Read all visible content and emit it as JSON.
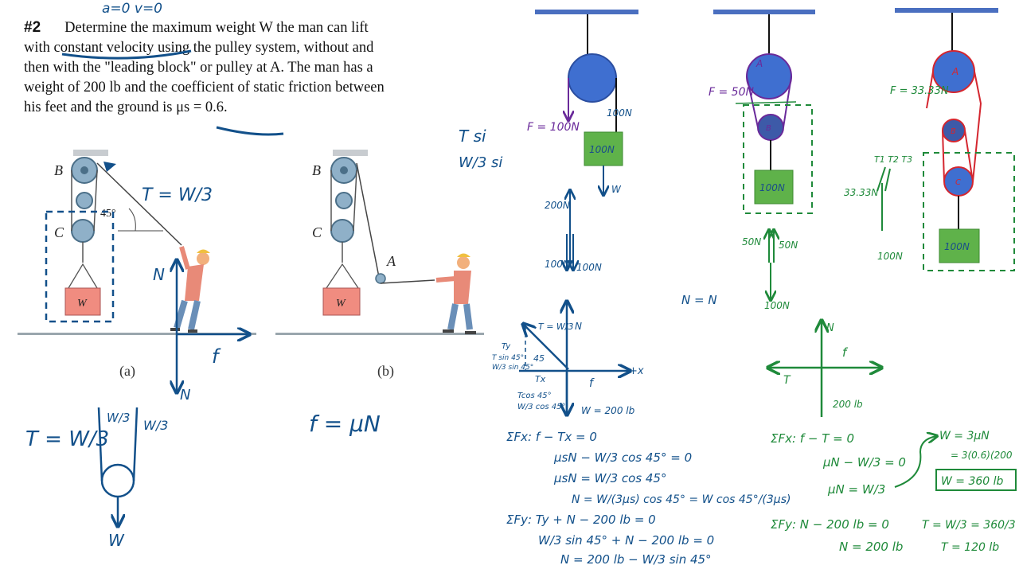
{
  "problem": {
    "number": "#2",
    "lines": [
      "Determine the maximum weight W the man can lift",
      "with constant velocity using the pulley system, without and",
      "then with the \"leading block\" or pulley at A. The man has a",
      "weight of 200 lb and the coefficient of static friction between",
      "his feet and the ground is μs = 0.6."
    ],
    "top_note": "a=0   v=0"
  },
  "figure": {
    "label_a": "(a)",
    "label_b": "(b)",
    "pulley_B": "B",
    "pulley_C": "C",
    "pulley_A": "A",
    "angle": "45°",
    "weight_label": "W"
  },
  "notes_left": {
    "tension_label": "T = W/3",
    "normal": "N",
    "friction": "f",
    "normal_down": "N",
    "tension_eq": "T = W/3",
    "rope_w3_a": "W/3",
    "rope_w3_b": "W/3",
    "weight_arrow": "W",
    "friction_eq": "f = μN",
    "margin_1": "T si",
    "margin_2": "W/3 si"
  },
  "sketches": {
    "single": {
      "force_f": "F = 100N",
      "rope": "100N",
      "block": "100N",
      "weight": "W",
      "fbd_top": "200N",
      "fbd_left": "100N",
      "fbd_right": "100N"
    },
    "double": {
      "force_f": "F = 50N",
      "pulley_top": "A",
      "pulley_mid": "B",
      "block": "100N",
      "left_up": "50N",
      "right_up": "50N",
      "down": "100N",
      "nn": "N = N"
    },
    "triple": {
      "force_f": "F = 33.33N",
      "pulley_top": "A",
      "pulley_mid": "B",
      "pulley_low": "C",
      "block": "100N",
      "tensions": "T1 T2 T3",
      "left_val": "33.33N",
      "down": "100N"
    }
  },
  "fbd_a": {
    "T": "T = W/3",
    "N": "N",
    "Ty": "Ty",
    "angle": "45",
    "Tx": "Tx",
    "x_axis": "+x",
    "f": "f",
    "tcos": "Tcos 45°",
    "w3cos": "W/3 cos 45°",
    "weight": "W = 200 lb",
    "side_1": "T sin 45°",
    "side_2": "W/3 sin 45°",
    "eqs": [
      "ΣFx:   f − Tx = 0",
      "μsN − W/3 cos 45° = 0",
      "μsN = W/3 cos 45°",
      "N = W/(3μs) cos 45° = W cos 45°/(3μs)",
      "ΣFy:   Ty + N − 200 lb = 0",
      "W/3 sin 45° + N − 200 lb = 0",
      "N = 200 lb − W/3 sin 45°"
    ]
  },
  "fbd_b": {
    "N": "N",
    "T": "T",
    "f": "f",
    "weight": "200 lb",
    "eqs": [
      "ΣFx:   f − T = 0",
      "μN − W/3 = 0",
      "μN = W/3",
      "ΣFy:   N − 200 lb = 0",
      "N = 200 lb"
    ],
    "res": [
      "W = 3μN",
      "= 3(0.6)(200",
      "W = 360 lb",
      "T = W/3 = 360/3",
      "T = 120 lb"
    ]
  },
  "colors": {
    "ink_blue": "#12508a",
    "ink_green": "#1f8a3a",
    "ink_red": "#d4262f",
    "ink_purple": "#6a2a9a",
    "pulley_blue": "#3f6fd0",
    "pulley_dark": "#3d5aa8",
    "block_green": "#5fb24a",
    "block_salmon": "#f08c80",
    "ceiling": "#4a6fc0"
  }
}
